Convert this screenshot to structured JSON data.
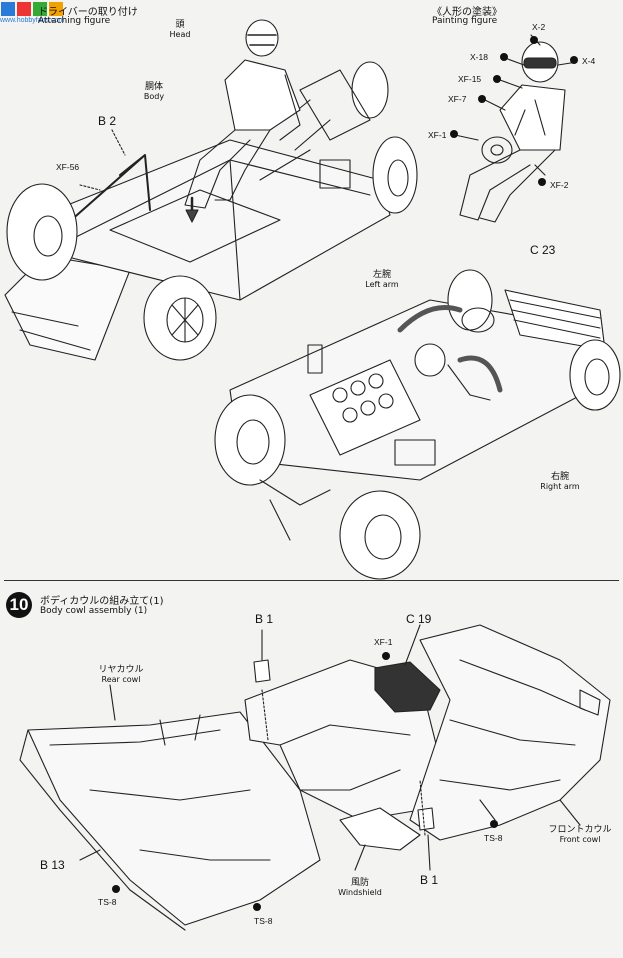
{
  "watermark": {
    "text": "www.hobbyfans.com"
  },
  "step9": {
    "title_jp": "ドライバーの取り付け",
    "title_en": "Attaching figure"
  },
  "painting": {
    "title_jp": "《人形の塗装》",
    "title_en": "Painting figure",
    "codes": [
      "X-2",
      "X-18",
      "X-4",
      "XF-15",
      "XF-7",
      "XF-1",
      "XF-2"
    ]
  },
  "labels": {
    "head_jp": "頭",
    "head_en": "Head",
    "body_jp": "胴体",
    "body_en": "Body",
    "left_arm_jp": "左腕",
    "left_arm_en": "Left arm",
    "right_arm_jp": "右腕",
    "right_arm_en": "Right arm",
    "rear_cowl_jp": "リヤカウル",
    "rear_cowl_en": "Rear cowl",
    "front_cowl_jp": "フロントカウル",
    "front_cowl_en": "Front cowl",
    "windshield_jp": "風防",
    "windshield_en": "Windshield"
  },
  "parts": {
    "b2": "B 2",
    "xf56": "XF-56",
    "c23": "C 23",
    "b1_top": "B 1",
    "c19": "C 19",
    "xf1": "XF-1",
    "b13": "B 13",
    "b1_bottom": "B 1",
    "ts8_a": "TS-8",
    "ts8_b": "TS-8",
    "ts8_c": "TS-8"
  },
  "step10": {
    "number": "10",
    "title_jp": "ボディカウルの組み立て(1)",
    "title_en": "Body cowl assembly (1)"
  }
}
